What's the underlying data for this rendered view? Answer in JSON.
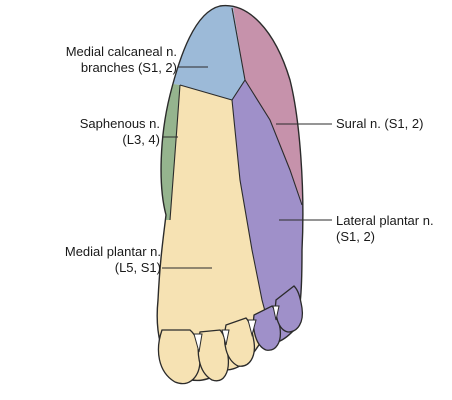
{
  "labels": {
    "medial_calcaneal": {
      "line1": "Medial calcaneal n.",
      "line2": "branches (S1, 2)"
    },
    "saphenous": {
      "line1": "Saphenous n.",
      "line2": "(L3, 4)"
    },
    "medial_plantar": {
      "line1": "Medial plantar n.",
      "line2": "(L5, S1)"
    },
    "sural": {
      "line1": "Sural n. (S1, 2)"
    },
    "lateral_plantar": {
      "line1": "Lateral plantar n.",
      "line2": "(S1, 2)"
    }
  },
  "colors": {
    "medial_calcaneal": "#9cbad8",
    "saphenous": "#95b48e",
    "medial_plantar": "#f6e2b3",
    "sural": "#c692ab",
    "lateral_plantar": "#9f90c9",
    "outline": "#2b2b2b"
  }
}
